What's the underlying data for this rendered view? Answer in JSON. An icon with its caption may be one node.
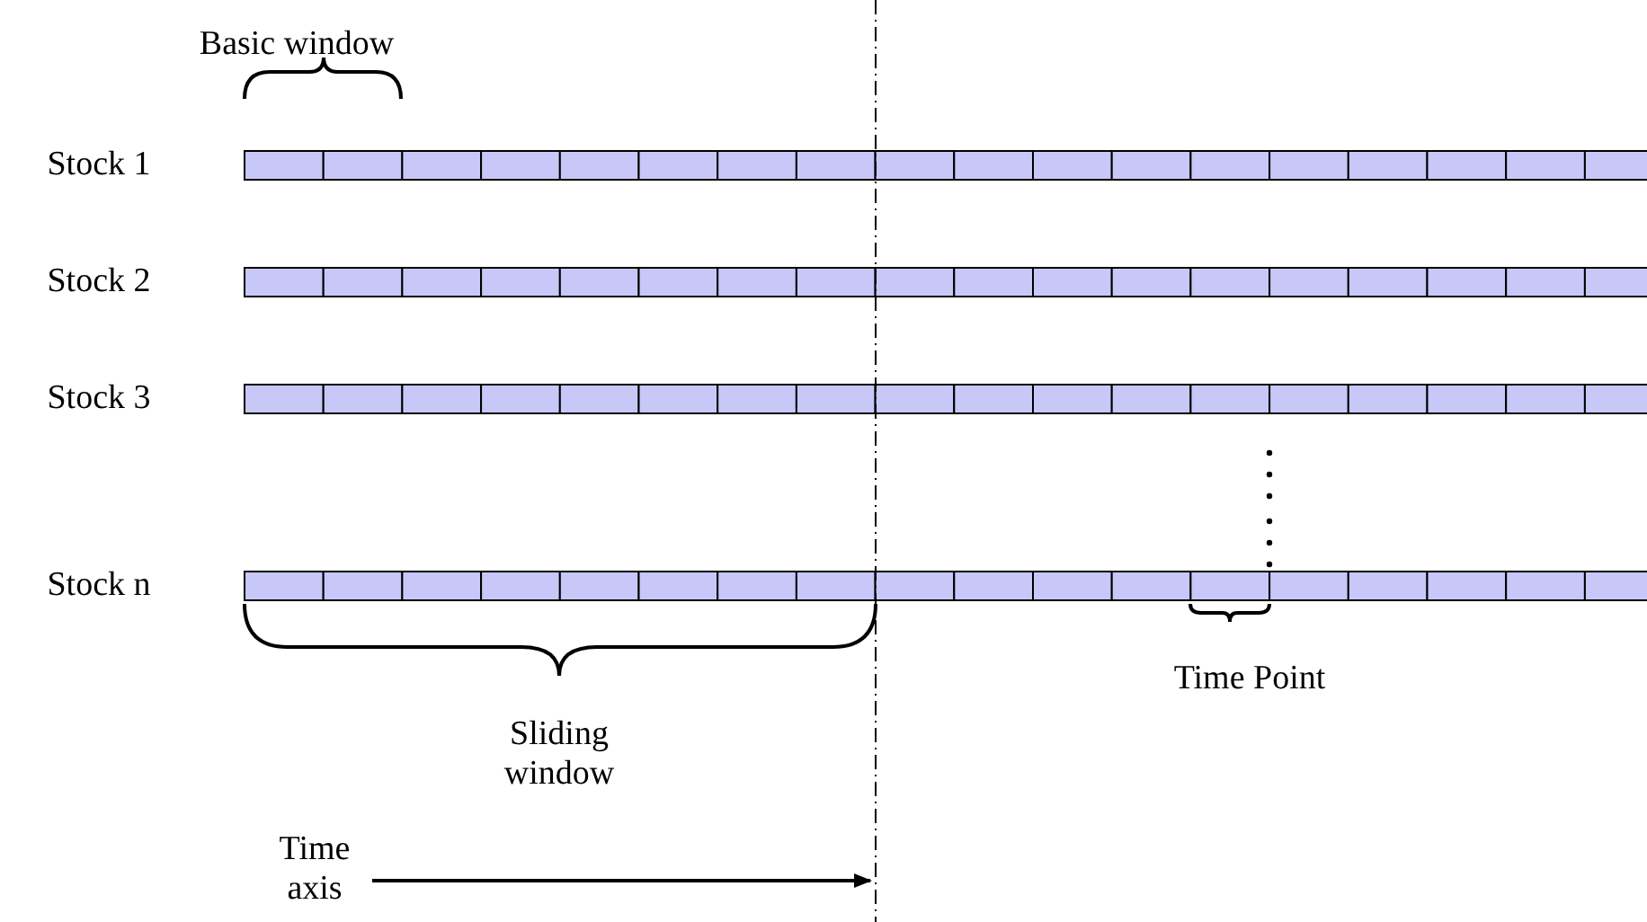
{
  "diagram": {
    "labels": [
      "Basic window",
      "Stock 1",
      "Stock 2",
      "Stock 3",
      "Stock n",
      "Time Point",
      "Sliding window",
      "Time axis"
    ]
  }
}
